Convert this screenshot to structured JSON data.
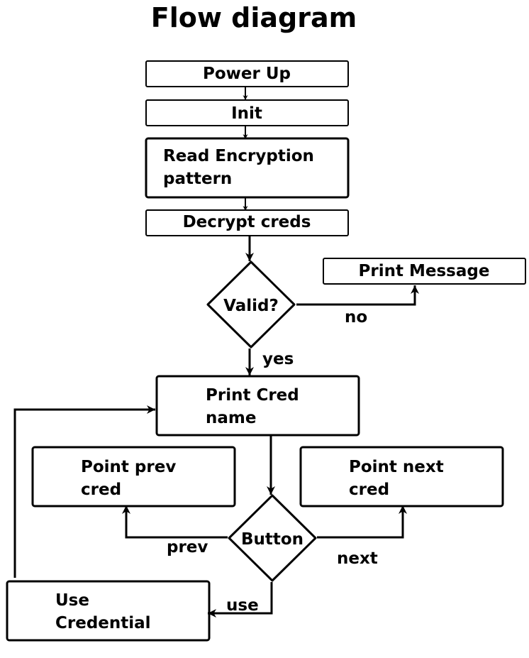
{
  "title": "Flow diagram",
  "nodes": {
    "power_up": "Power Up",
    "init": "Init",
    "read_encryption": [
      "Read Encryption",
      "pattern"
    ],
    "decrypt_creds": "Decrypt creds",
    "valid": "Valid?",
    "print_message": "Print Message",
    "print_cred_name": [
      "Print Cred",
      "name"
    ],
    "point_prev_cred": [
      "Point prev",
      "cred"
    ],
    "point_next_cred": [
      "Point next",
      "cred"
    ],
    "button": "Button",
    "use_credential": [
      "Use",
      "Credential"
    ]
  },
  "edges": {
    "no": "no",
    "yes": "yes",
    "prev": "prev",
    "next": "next",
    "use": "use"
  },
  "colors": {
    "stroke": "#000000",
    "fill": "#ffffff",
    "text": "#000000"
  }
}
